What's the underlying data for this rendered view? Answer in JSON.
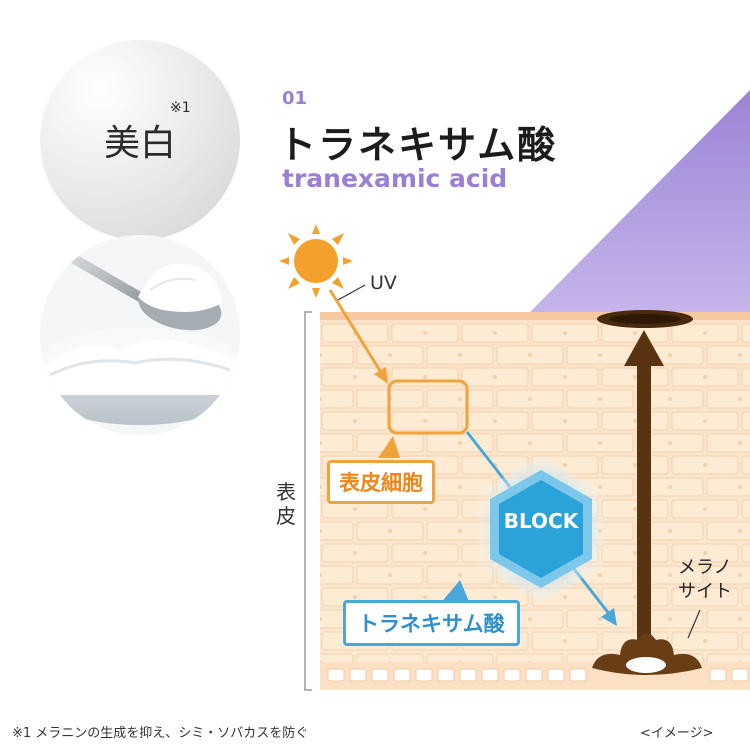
{
  "badge": {
    "label": "美白",
    "note": "※1"
  },
  "heading": {
    "number": "01",
    "title": "トラネキサム酸",
    "subtitle": "tranexamic acid"
  },
  "diagram": {
    "uv_label": "UV",
    "epidermis_label": "表皮",
    "cell_callout": "表皮細胞",
    "block_label": "BLOCK",
    "acid_callout": "トラネキサム酸",
    "melanocyte_lines": [
      "メラノ",
      "サイト"
    ]
  },
  "footer": {
    "footnote": "※1 メラニンの生成を抑え、シミ・ソバカスを防ぐ",
    "image_note": "<イメージ>"
  },
  "colors": {
    "accent_purple": "#9a7fd2",
    "skin_orange": "#f0a23c",
    "acid_blue": "#4aa7da",
    "block_blue": "#2ba3d8",
    "melanin_brown": "#5a3410",
    "sun": "#f3a12c"
  }
}
